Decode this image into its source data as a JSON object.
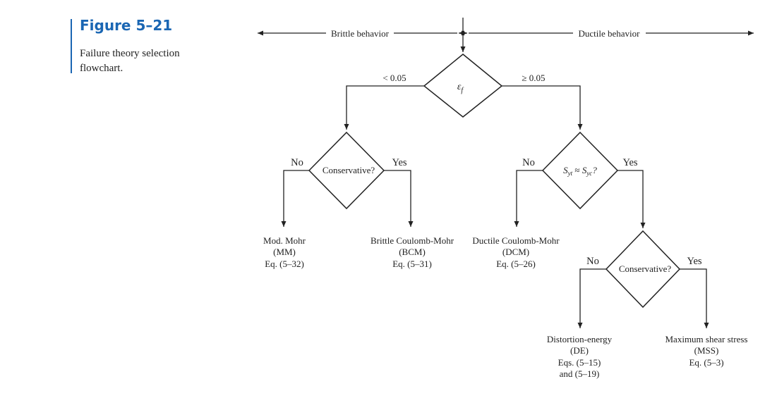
{
  "figure": {
    "title": "Figure 5–21",
    "description": "Failure theory selection flowchart."
  },
  "header": {
    "brittle": "Brittle behavior",
    "ductile": "Ductile behavior"
  },
  "root": {
    "symbol": "ε",
    "subscript": "f",
    "left_branch": "< 0.05",
    "right_branch": "≥ 0.05"
  },
  "left_decision": {
    "label": "Conservative?",
    "no": "No",
    "yes": "Yes"
  },
  "right_decision": {
    "s1": "S",
    "s1_sub": "yt",
    "approx": " ≈ ",
    "s2": "S",
    "s2_sub": "yc",
    "q": "?",
    "no": "No",
    "yes": "Yes"
  },
  "lower_decision": {
    "label": "Conservative?",
    "no": "No",
    "yes": "Yes"
  },
  "outcomes": {
    "mm": {
      "line1": "Mod. Mohr",
      "line2": "(MM)",
      "line3": "Eq. (5–32)"
    },
    "bcm": {
      "line1": "Brittle Coulomb-Mohr",
      "line2": "(BCM)",
      "line3": "Eq. (5–31)"
    },
    "dcm": {
      "line1": "Ductile Coulomb-Mohr",
      "line2": "(DCM)",
      "line3": "Eq. (5–26)"
    },
    "de": {
      "line1": "Distortion-energy",
      "line2": "(DE)",
      "line3": "Eqs. (5–15)",
      "line4": "and (5–19)"
    },
    "mss": {
      "line1": "Maximum shear stress",
      "line2": "(MSS)",
      "line3": "Eq. (5–3)"
    }
  }
}
